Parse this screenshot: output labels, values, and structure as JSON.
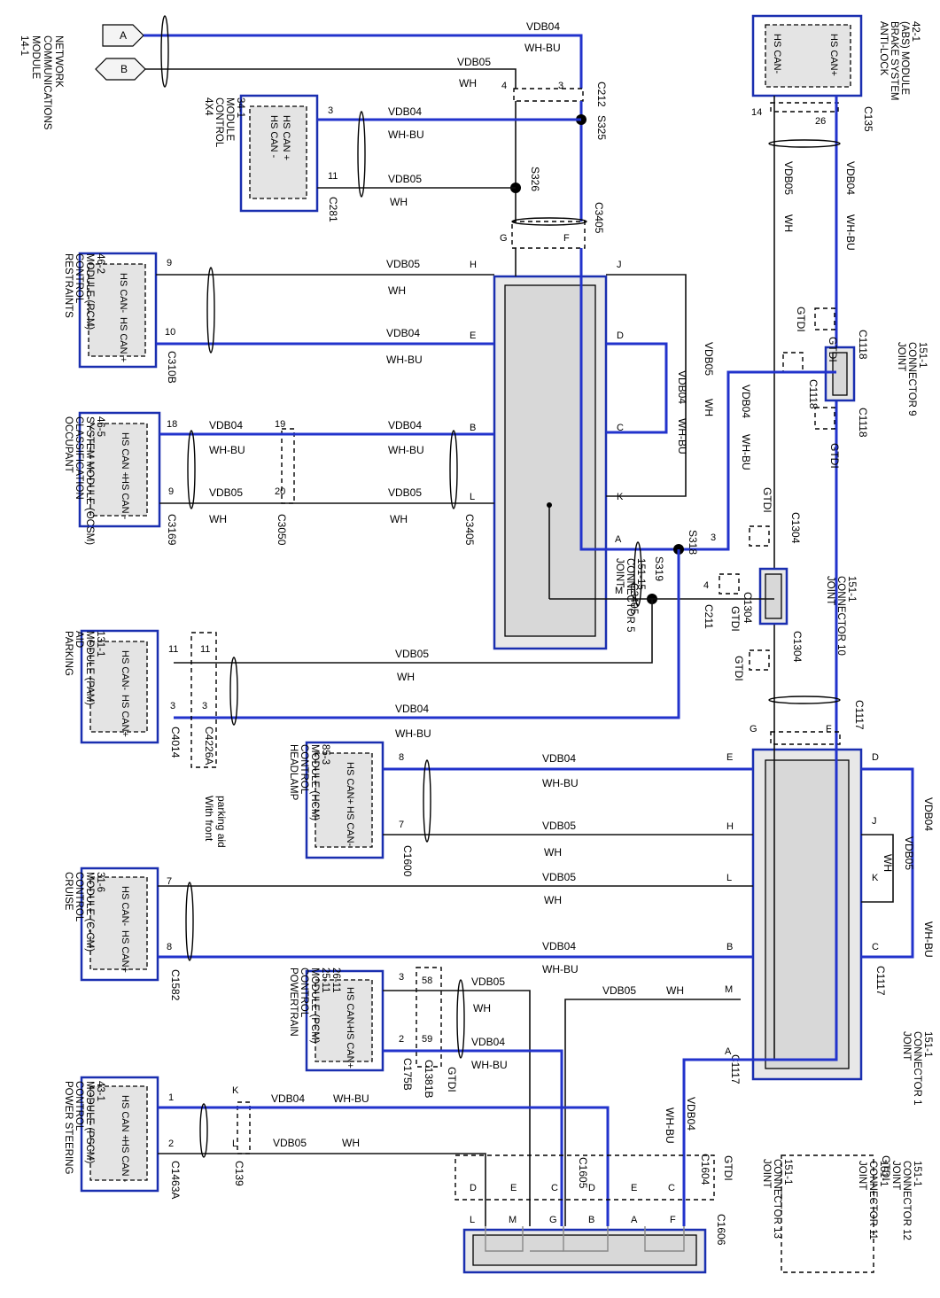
{
  "wire_labels": {
    "vdb04": "VDB04",
    "vdb05": "VDB05",
    "wh": "WH",
    "whbu": "WH-BU",
    "gtdi": "GTDI"
  },
  "modules": {
    "network": {
      "title": [
        "14-1",
        "MODULE",
        "COMMUNICATIONS",
        "NETWORK"
      ],
      "arrow_a": "A",
      "arrow_b": "B"
    },
    "abs": {
      "title": [
        "ANTI-LOCK",
        "BRAKE SYSTEM",
        "(ABS) MODULE",
        "42-1"
      ],
      "pins": [
        "HS CAN-",
        "HS CAN+"
      ],
      "pin_l": "14",
      "pin_r": "26",
      "connector": "C135"
    },
    "four_x4": {
      "title": [
        "4X4",
        "CONTROL",
        "MODULE",
        "34-1"
      ],
      "pins": [
        "HS CAN +",
        "HS CAN -"
      ],
      "pin_top": "3",
      "pin_bot": "11",
      "connector": "C281"
    },
    "rcm": {
      "title": [
        "RESTRAINTS",
        "CONTROL",
        "MODULE (RCM)",
        "46-2"
      ],
      "pins": [
        "HS CAN-",
        "HS CAN +"
      ],
      "pin_top": "9",
      "pin_bot": "10",
      "connector": "C310B"
    },
    "ocsm": {
      "title": [
        "OCCUPANT",
        "CLASSIFICATION",
        "SYSTEM MODULE (OCSM)",
        "46-5"
      ],
      "pins": [
        "HS CAN +",
        "HS CAN -"
      ],
      "pin_top": "18",
      "pin_bot": "9",
      "connector": "C3169",
      "c2_top": "19",
      "c2_bot": "20",
      "c2": "C3050"
    },
    "pam": {
      "title": [
        "PARKING",
        "AID",
        "MODULE (PAM)",
        "131-1"
      ],
      "pins": [
        "HS CAN-",
        "HS CAN+"
      ],
      "pin_top": "11",
      "pin_bot": "3",
      "connector": "C4014",
      "c2_top": "11",
      "c2_bot": "3",
      "c2": "C4226A",
      "note": [
        "With front",
        "parking aid"
      ]
    },
    "hcm": {
      "title": [
        "HEADLAMP",
        "CONTROL",
        "MODULE (HCM)",
        "85-3"
      ],
      "pins": [
        "HS CAN+",
        "HS CAN-"
      ],
      "pin_top": "8",
      "pin_bot": "7",
      "connector": "C1600"
    },
    "ccm": {
      "title": [
        "CRUISE",
        "CONTROL",
        "MODULE (C-CM)",
        "31-6"
      ],
      "pins": [
        "HS CAN-",
        "HS CAN+"
      ],
      "pin_top": "7",
      "pin_bot": "8",
      "connector": "C1582"
    },
    "pcm": {
      "title": [
        "POWERTRAIN",
        "CONTROL",
        "MODULE (PCM)",
        "25-11",
        "26-11"
      ],
      "pins": [
        "HS CAN-",
        "HS CAN+"
      ],
      "pin_top": "3",
      "pin_bot": "2",
      "connector": "C175B",
      "c2_top": "58",
      "c2_bot": "59",
      "c2": "C1381B"
    },
    "pscm": {
      "title": [
        "POWER STEERING",
        "CONTROL",
        "MODULE (PSCM)",
        "43-1"
      ],
      "pins": [
        "HS CAN +",
        "HS CAN -"
      ],
      "pin_top": "1",
      "pin_bot": "2",
      "connector": "C1463A",
      "c2_top": "K",
      "c2_bot": "L",
      "c2": "C139"
    }
  },
  "joints": {
    "jc5": {
      "title": [
        "JOINT",
        "CONNECTOR 5",
        "151-15"
      ],
      "conn": "C3405",
      "pins": {
        "H": "H",
        "J": "J",
        "E": "E",
        "D": "D",
        "B": "B",
        "C": "C",
        "L": "L",
        "K": "K",
        "A": "A",
        "M": "M",
        "G": "G",
        "F": "F"
      }
    },
    "jc9": {
      "title": [
        "JOINT",
        "CONNECTOR 9",
        "151-1"
      ],
      "conn": "C1118"
    },
    "jc10": {
      "title": [
        "JOINT",
        "CONNECTOR 10",
        "151-1"
      ],
      "conn": "C1304"
    },
    "jc1": {
      "title": [
        "JOINT",
        "CONNECTOR 1",
        "151-1"
      ],
      "conn": "C1117"
    },
    "jc11_12_13": {
      "lines": [
        "JOINT",
        "CONNECTOR 11",
        "151-1",
        "JOINT",
        "CONNECTOR 12",
        "151-1",
        "JOINT",
        "CONNECTOR 13",
        "151-1"
      ]
    }
  },
  "connectors": {
    "c212": "C212",
    "s325": "S325",
    "s326": "S326",
    "c3405": "C3405",
    "s318": "S318",
    "s319": "S319",
    "c211": "C211",
    "c1117": "C1117",
    "c1604": "C1604",
    "c1605": "C1605",
    "c1606": "C1606",
    "c212_pin4": "4",
    "c212_pin3": "3",
    "c3405_g": "G",
    "c3405_f": "F",
    "c211_pin": "4",
    "s318_pin": "3"
  }
}
